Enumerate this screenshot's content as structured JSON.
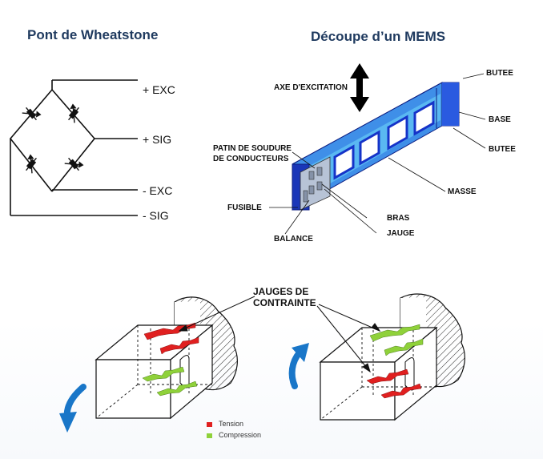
{
  "titles": {
    "bridge": "Pont de Wheatstone",
    "mems": "Découpe d’un MEMS"
  },
  "bridge_terminals": [
    "+ EXC",
    "+ SIG",
    "- EXC",
    "- SIG"
  ],
  "mems_labels": {
    "axe": "AXE D'EXCITATION",
    "butee_top": "BUTEE",
    "base": "BASE",
    "butee_bottom": "BUTEE",
    "patin_line1": "PATIN DE SOUDURE",
    "patin_line2": "DE CONDUCTEURS",
    "masse": "MASSE",
    "fusible": "FUSIBLE",
    "bras": "BRAS",
    "jauge": "JAUGE",
    "balance": "BALANCE"
  },
  "gauges_label": {
    "line1": "JAUGES DE",
    "line2": "CONTRAINTE"
  },
  "legend": [
    {
      "label": "Tension",
      "color": "#e02020"
    },
    {
      "label": "Compression",
      "color": "#8fd13a"
    }
  ],
  "colors": {
    "title": "#1f3a5f",
    "mems_dark": "#1533c8",
    "mems_light": "#56b8f0",
    "arrow_blue": "#1976c8"
  }
}
